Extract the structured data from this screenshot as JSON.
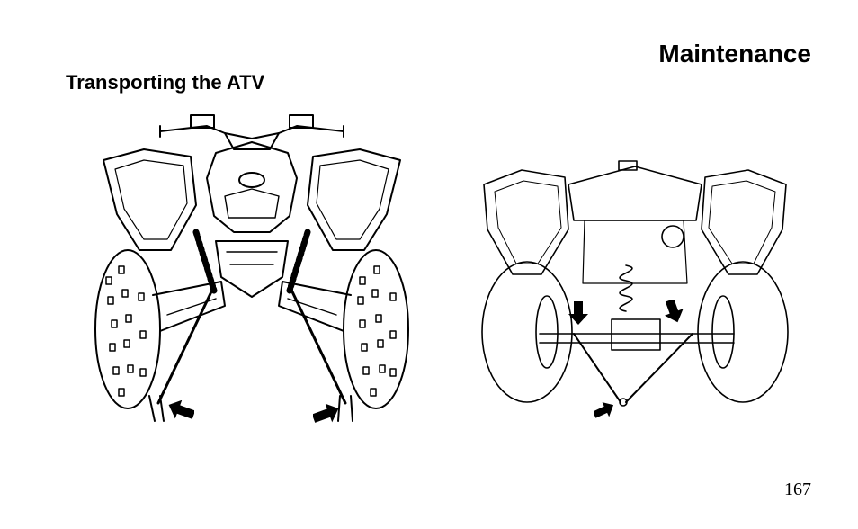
{
  "header": {
    "section_title": "Maintenance",
    "sub_title": "Transporting the ATV"
  },
  "figures": [
    {
      "name": "front-view",
      "arrow_count": 2
    },
    {
      "name": "rear-view",
      "arrow_count": 3
    }
  ],
  "footer": {
    "page_number": "167"
  }
}
